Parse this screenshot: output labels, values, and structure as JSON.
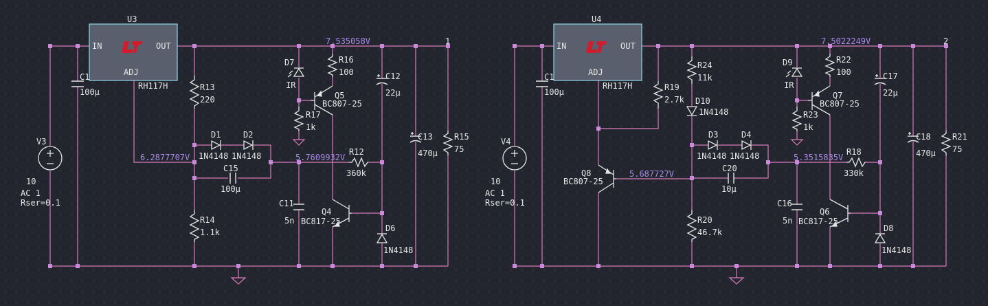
{
  "colors": {
    "background": "#23262e",
    "grid_dot": "#3d4149",
    "wire": "#d97bbd",
    "component": "#e6e6e6",
    "text": "#e6e6e6",
    "voltage_label": "#a98be6",
    "ic_fill": "#5a5f6d",
    "ic_stroke": "#8fd7ea",
    "logo": "#d11c2b",
    "junction": "#c98ad9"
  },
  "circuit1": {
    "ic_ref": "U3",
    "ic_in": "IN",
    "ic_out": "OUT",
    "ic_adj": "ADJ",
    "ic_part": "RH117H",
    "v_out_node": "7.535058V",
    "out_port": "1",
    "v_adj_node": "6.2877707V",
    "v_base_node": "5.7609932V",
    "c1_ref": "C1",
    "c1_val": "100µ",
    "v3_ref": "V3",
    "v3_val": "10",
    "v3_ac": "AC 1",
    "v3_rser": "Rser=0.1",
    "r13_ref": "R13",
    "r13_val": "220",
    "r14_ref": "R14",
    "r14_val": "1.1k",
    "d1_ref": "D1",
    "d2_ref": "D2",
    "d1_part": "1N4148",
    "d2_part": "1N4148",
    "c15_ref": "C15",
    "c15_val": "100µ",
    "d7_ref": "D7",
    "d7_val": "IR",
    "r16_ref": "R16",
    "r16_val": "100",
    "q5_ref": "Q5",
    "q5_part": "BC807-25",
    "r17_ref": "R17",
    "r17_val": "1k",
    "r12_ref": "R12",
    "r12_val": "360k",
    "c11_ref": "C11",
    "c11_val": "5n",
    "q4_ref": "Q4",
    "q4_part": "BC817-25",
    "d6_ref": "D6",
    "d6_part": "1N4148",
    "c12_ref": "C12",
    "c12_val": "22µ",
    "c13_ref": "C13",
    "c13_val": "470µ",
    "r15_ref": "R15",
    "r15_val": "75"
  },
  "circuit2": {
    "ic_ref": "U4",
    "ic_in": "IN",
    "ic_out": "OUT",
    "ic_adj": "ADJ",
    "ic_part": "RH117H",
    "v_out_node": "7.5022249V",
    "out_port": "2",
    "v_q8_node": "5.687727V",
    "v_base_node": "5.3515835V",
    "c1_ref": "C1",
    "c1_val": "100µ",
    "v4_ref": "V4",
    "v4_val": "10",
    "v4_ac": "AC 1",
    "v4_rser": "Rser=0.1",
    "r19_ref": "R19",
    "r19_val": "2.7k",
    "q8_ref": "Q8",
    "q8_part": "BC807-25",
    "r24_ref": "R24",
    "r24_val": "11k",
    "d10_ref": "D10",
    "d10_part": "1N4148",
    "d3_ref": "D3",
    "d4_ref": "D4",
    "d3_part": "1N4148",
    "d4_part": "1N4148",
    "c20_ref": "C20",
    "c20_val": "10µ",
    "r20_ref": "R20",
    "r20_val": "46.7k",
    "d9_ref": "D9",
    "d9_val": "IR",
    "r22_ref": "R22",
    "r22_val": "100",
    "q7_ref": "Q7",
    "q7_part": "BC807-25",
    "r23_ref": "R23",
    "r23_val": "1k",
    "r18_ref": "R18",
    "r18_val": "330k",
    "c16_ref": "C16",
    "c16_val": "5n",
    "q6_ref": "Q6",
    "q6_part": "BC817-25",
    "d8_ref": "D8",
    "d8_part": "1N4148",
    "c17_ref": "C17",
    "c17_val": "22µ",
    "c18_ref": "C18",
    "c18_val": "470µ",
    "r21_ref": "R21",
    "r21_val": "75"
  }
}
